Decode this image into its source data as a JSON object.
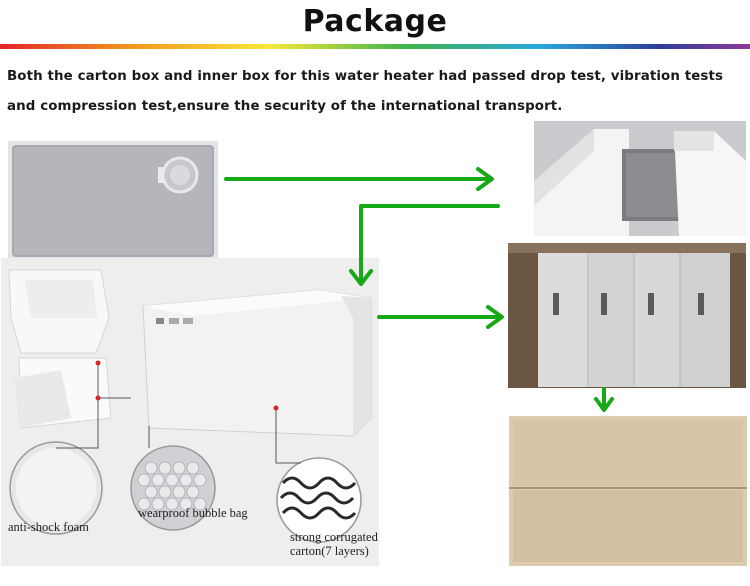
{
  "title": "Package",
  "description": "Both the carton box and inner box for this water heater had passed drop test, vibration tests and compression test,ensure the security of the international transport.",
  "labels": {
    "foam": "anti-shock foam",
    "bubble": "wearproof bubble bag",
    "carton_line1": "strong corrugated",
    "carton_line2": "carton(7 layers)"
  },
  "colors": {
    "arrow": "#17a817",
    "callout_dot": "#d8252d",
    "rainbow": [
      "#e3262b",
      "#f39a1f",
      "#f7e83a",
      "#3fb44b",
      "#2aa6de",
      "#2d3e9a",
      "#8e3a98"
    ]
  }
}
